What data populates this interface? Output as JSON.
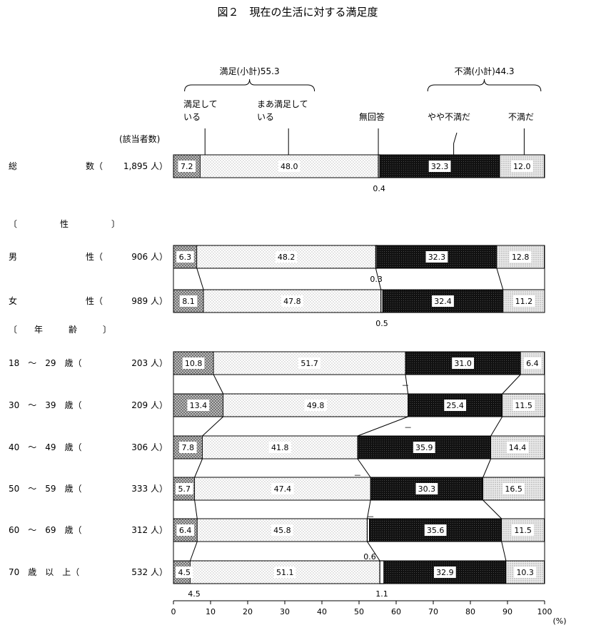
{
  "chart_data": {
    "type": "bar",
    "orientation": "horizontal",
    "stacked": true,
    "title": "図２　現在の生活に対する満足度",
    "unit": "(%)",
    "xlim": [
      0,
      100
    ],
    "xticks": [
      0,
      10,
      20,
      30,
      40,
      50,
      60,
      70,
      80,
      90,
      100
    ],
    "count_header": "(該当者数)",
    "groups": [
      {
        "key": "satisfied",
        "label": "満足(小計)55.3"
      },
      {
        "key": "dissatisfied",
        "label": "不満(小計)44.3"
      }
    ],
    "series": [
      {
        "name": "満足している",
        "label_lines": [
          "満足して",
          "いる"
        ],
        "color": "#b8b8b8",
        "pattern": "cross"
      },
      {
        "name": "まあ満足している",
        "label_lines": [
          "まあ満足して",
          "いる"
        ],
        "color": "#f2f2f2",
        "pattern": "dots"
      },
      {
        "name": "無回答",
        "label_lines": [
          "無回答"
        ],
        "color": "#ffffff",
        "pattern": "none"
      },
      {
        "name": "やや不満だ",
        "label_lines": [
          "やや不満だ"
        ],
        "color": "#1a1a1a",
        "pattern": "dark"
      },
      {
        "name": "不満だ",
        "label_lines": [
          "不満だ"
        ],
        "color": "#d8d8d8",
        "pattern": "light"
      }
    ],
    "sections": [
      {
        "label": "",
        "rows": [
          "total"
        ]
      },
      {
        "label": "〔　　　　　性　　　　　〕",
        "rows": [
          "male",
          "female"
        ]
      },
      {
        "label": "〔　　年　　　齢　　　〕",
        "rows": [
          "a18",
          "a30",
          "a40",
          "a50",
          "a60",
          "a70"
        ]
      }
    ],
    "rows": [
      {
        "key": "total",
        "label": "総　　　　　　　　数（",
        "n": "1,895 人）",
        "values": [
          7.2,
          48.0,
          0.4,
          32.3,
          12.0
        ],
        "labels": [
          "7.2",
          "48.0",
          "0.4",
          "32.3",
          "12.0"
        ]
      },
      {
        "key": "male",
        "label": "男　　　　　　　　性（",
        "n": "906 人）",
        "values": [
          6.3,
          48.2,
          0.3,
          32.3,
          12.8
        ],
        "labels": [
          "6.3",
          "48.2",
          "0.3",
          "32.3",
          "12.8"
        ]
      },
      {
        "key": "female",
        "label": "女　　　　　　　　性（",
        "n": "989 人）",
        "values": [
          8.1,
          47.8,
          0.5,
          32.4,
          11.2
        ],
        "labels": [
          "8.1",
          "47.8",
          "0.5",
          "32.4",
          "11.2"
        ]
      },
      {
        "key": "a18",
        "label": "18　～　29　歳（",
        "n": "203 人）",
        "values": [
          10.8,
          51.7,
          0.0,
          31.0,
          6.4
        ],
        "labels": [
          "10.8",
          "51.7",
          "－",
          "31.0",
          "6.4"
        ]
      },
      {
        "key": "a30",
        "label": "30　～　39　歳（",
        "n": "209 人）",
        "values": [
          13.4,
          49.8,
          0.0,
          25.4,
          11.5
        ],
        "labels": [
          "13.4",
          "49.8",
          "－",
          "25.4",
          "11.5"
        ]
      },
      {
        "key": "a40",
        "label": "40　～　49　歳（",
        "n": "306 人）",
        "values": [
          7.8,
          41.8,
          0.0,
          35.9,
          14.4
        ],
        "labels": [
          "7.8",
          "41.8",
          "－",
          "35.9",
          "14.4"
        ]
      },
      {
        "key": "a50",
        "label": "50　～　59　歳（",
        "n": "333 人）",
        "values": [
          5.7,
          47.4,
          0.0,
          30.3,
          16.5
        ],
        "labels": [
          "5.7",
          "47.4",
          "－",
          "30.3",
          "16.5"
        ]
      },
      {
        "key": "a60",
        "label": "60　～　69　歳（",
        "n": "312 人）",
        "values": [
          6.4,
          45.8,
          0.6,
          35.6,
          11.5
        ],
        "labels": [
          "6.4",
          "45.8",
          "0.6",
          "35.6",
          "11.5"
        ]
      },
      {
        "key": "a70",
        "label": "70　歳　以　上（",
        "n": "532 人）",
        "values": [
          4.5,
          51.1,
          1.1,
          32.9,
          10.3
        ],
        "labels": [
          "4.5",
          "51.1",
          "1.1",
          "32.9",
          "10.3"
        ]
      }
    ]
  }
}
